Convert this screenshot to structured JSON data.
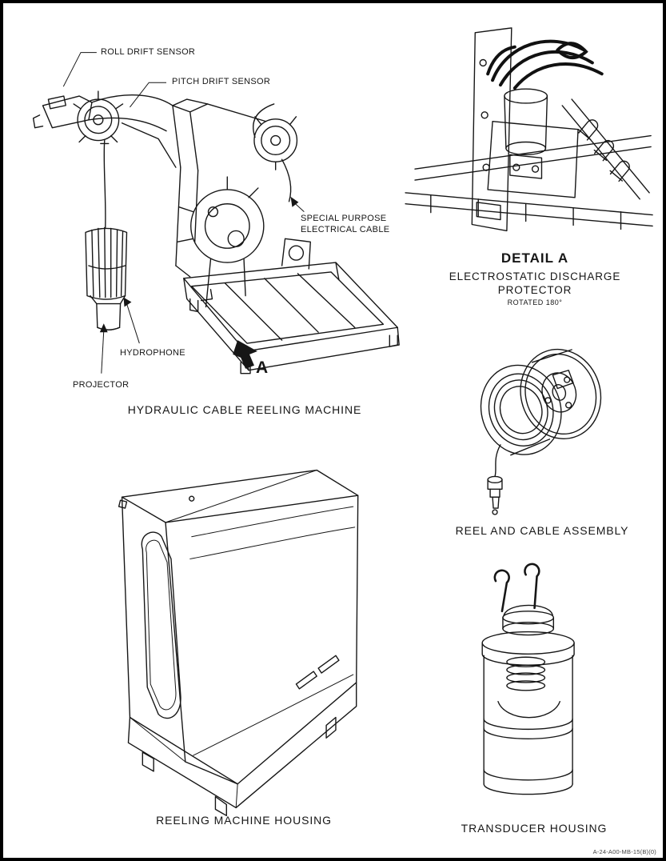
{
  "figures": {
    "reeling_machine": {
      "caption": "HYDRAULIC CABLE REELING MACHINE",
      "labels": {
        "roll_drift_sensor": "ROLL DRIFT SENSOR",
        "pitch_drift_sensor": "PITCH DRIFT SENSOR",
        "special_purpose_line1": "SPECIAL PURPOSE",
        "special_purpose_line2": "ELECTRICAL CABLE",
        "hydrophone": "HYDROPHONE",
        "projector": "PROJECTOR",
        "detail_marker": "A"
      }
    },
    "detail_a": {
      "title": "DETAIL A",
      "subtitle_line1": "ELECTROSTATIC DISCHARGE",
      "subtitle_line2": "PROTECTOR",
      "note": "ROTATED 180°"
    },
    "reel_assembly": {
      "caption": "REEL AND CABLE ASSEMBLY"
    },
    "reeling_machine_housing": {
      "caption": "REELING MACHINE HOUSING"
    },
    "transducer_housing": {
      "caption": "TRANSDUCER HOUSING"
    }
  },
  "footer": {
    "code": "A-24-A00-MB-15(B)(0)"
  }
}
